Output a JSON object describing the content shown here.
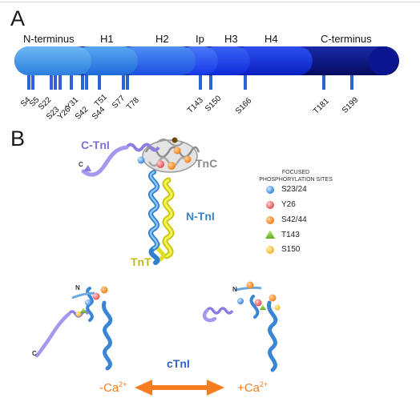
{
  "panel_a": {
    "letter": "A",
    "regions": [
      "N-terminus",
      "H1",
      "H2",
      "Ip",
      "H3",
      "H4",
      "C-terminus"
    ],
    "sites": [
      "S4",
      "S5",
      "S22",
      "S23",
      "Y26",
      "Y31",
      "S42",
      "S44",
      "T51",
      "S77",
      "T78",
      "T143",
      "S150",
      "S166",
      "T181",
      "S199"
    ]
  },
  "panel_b": {
    "letter": "B",
    "labels": {
      "ctni": "C-TnI",
      "tnc": "TnC",
      "ntni": "N-TnI",
      "tnt": "TnT",
      "ctni_center": "cTnI",
      "n_mark": "N",
      "c_mark": "C"
    },
    "legend": {
      "title_line1": "FOCUSED",
      "title_line2": "PHOSPHORYLATION SITES",
      "items": [
        "S23/24",
        "Y26",
        "S42/44",
        "T143",
        "S150"
      ]
    },
    "ca_minus_base": "-Ca",
    "ca_plus_base": "+Ca",
    "ca_sup": "2+"
  },
  "colors": {
    "nterm": "#3f93e8",
    "h1": "#2d7ee6",
    "h2": "#2c66ec",
    "ip": "#2352f0",
    "h3": "#1a3fe6",
    "h4": "#0f2bd0",
    "cterm": "#08107a",
    "tnc": "#b9b9b9",
    "ntni": "#5a9fd8",
    "ctni": "#9c8fe4",
    "tnt": "#dede20",
    "arrow": "#f57d1f"
  }
}
